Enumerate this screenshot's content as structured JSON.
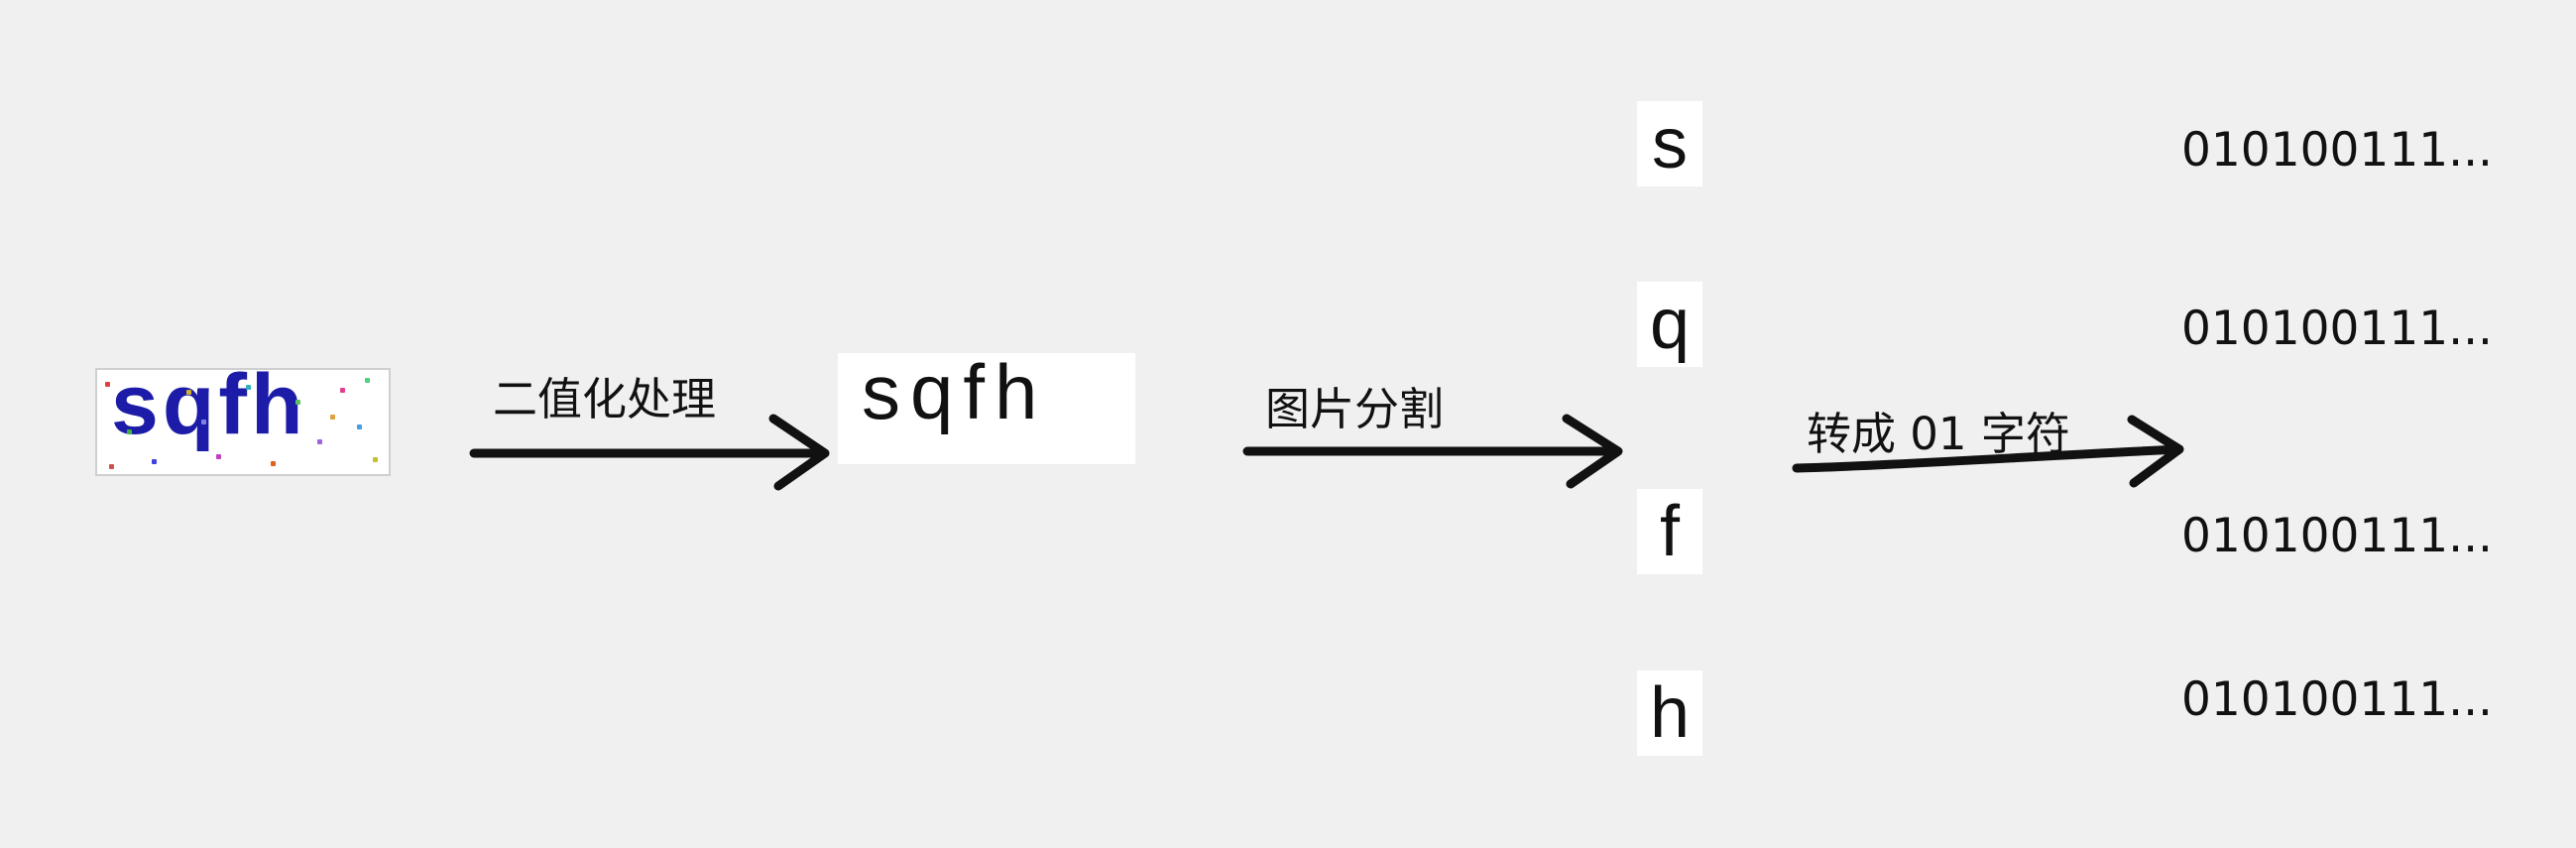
{
  "captcha": {
    "text": "sqfh"
  },
  "steps": [
    {
      "label": "二值化处理"
    },
    {
      "label": "图片分割"
    },
    {
      "label": "转成 01 字符"
    }
  ],
  "binarized": {
    "text": "sqfh"
  },
  "segments": [
    {
      "char": "s"
    },
    {
      "char": "q"
    },
    {
      "char": "f"
    },
    {
      "char": "h"
    }
  ],
  "outputs": [
    {
      "bits": "010100111..."
    },
    {
      "bits": "010100111..."
    },
    {
      "bits": "010100111..."
    },
    {
      "bits": "010100111..."
    }
  ]
}
